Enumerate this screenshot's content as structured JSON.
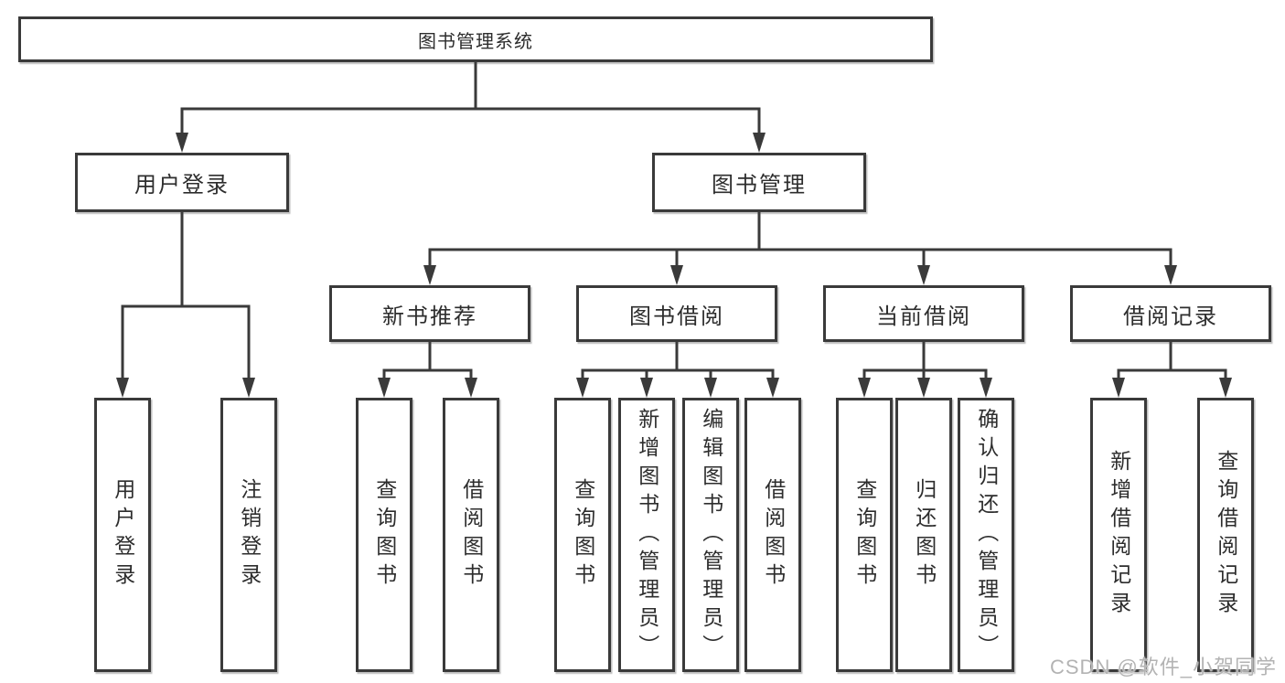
{
  "tree": {
    "root": {
      "label": "图书管理系统",
      "children": [
        {
          "label": "用户登录",
          "children": [
            {
              "label": "用户登录"
            },
            {
              "label": "注销登录"
            }
          ]
        },
        {
          "label": "图书管理",
          "children": [
            {
              "label": "新书推荐",
              "children": [
                {
                  "label": "查询图书"
                },
                {
                  "label": "借阅图书"
                }
              ]
            },
            {
              "label": "图书借阅",
              "children": [
                {
                  "label": "查询图书"
                },
                {
                  "label": "新增图书（管理员）"
                },
                {
                  "label": "编辑图书（管理员）"
                },
                {
                  "label": "借阅图书"
                }
              ]
            },
            {
              "label": "当前借阅",
              "children": [
                {
                  "label": "查询图书"
                },
                {
                  "label": "归还图书"
                },
                {
                  "label": "确认归还（管理员）"
                }
              ]
            },
            {
              "label": "借阅记录",
              "children": [
                {
                  "label": "新增借阅记录"
                },
                {
                  "label": "查询借阅记录"
                }
              ]
            }
          ]
        }
      ]
    }
  },
  "watermark": "CSDN @软件_小贺同学",
  "colors": {
    "line": "#3a3a3a",
    "box_border": "#3a3a3a",
    "text": "#2d2d2d",
    "watermark_text": "#b3b3b3",
    "background": "#ffffff"
  }
}
